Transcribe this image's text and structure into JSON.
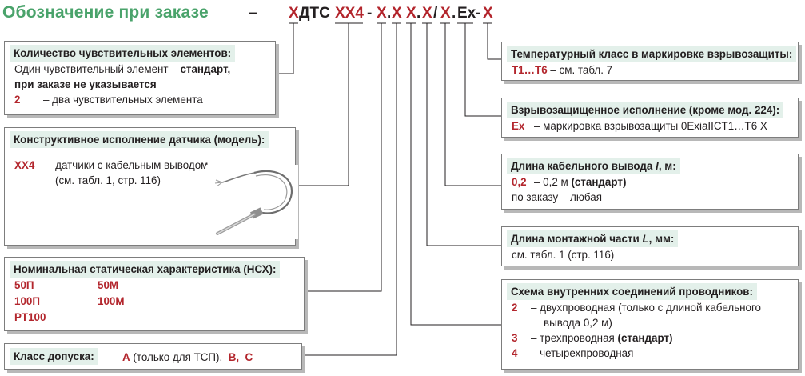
{
  "header": {
    "title": "Обозначение при заказе",
    "dash": "–",
    "code": {
      "prefix_x": "Х",
      "dts": "ДТС",
      "model": "ХХ4",
      "dash1": "-",
      "nsh": "Х",
      "dot1": ".",
      "class": "Х",
      "len_mount": "Х",
      "dot2": ".",
      "scheme": "Х",
      "slash": "/",
      "len_cable": "Х",
      "dot3": ".",
      "ex": "Ex",
      "dash2": "-",
      "temp": "Х"
    }
  },
  "sensors_count": {
    "title": "Количество чувствительных  элементов:",
    "line1_text": "Один чувствительный элемент – ",
    "line1_bold": "стандарт,",
    "line2": "при заказе не указывается",
    "opt2_code": "2",
    "opt2_text": "– два чувствительных элемента"
  },
  "model": {
    "title": "Конструктивное исполнение датчика (модель):",
    "code": "ХХ4",
    "text1": "– датчики с кабельным выводом",
    "text2": "(см. табл. 1, стр. 116)"
  },
  "nsh": {
    "title": "Номинальная статическая характеристика (НСХ):",
    "values": [
      "50П",
      "50М",
      "100П",
      "100М",
      "PT100"
    ]
  },
  "tolerance": {
    "title": "Класс допуска:",
    "a": "А",
    "a_note": "(только для ТСП),",
    "b": "В,",
    "c": "С"
  },
  "temp_class": {
    "title": "Температурный класс в маркировке взрывозащиты:",
    "code": "Т1…Т6",
    "text": " – см. табл. 7"
  },
  "ex": {
    "title": "Взрывозащищенное исполнение (кроме мод. 224):",
    "code": "Ex",
    "text": "–  маркировка взрывозащиты 0ExiaIICT1…T6 X"
  },
  "cable_len": {
    "title_pre": "Длина кабельного вывода ",
    "title_var": "l",
    "title_post": ", м:",
    "code": "0,2",
    "text_pre": "– 0,2 м ",
    "text_bold": "(стандарт)",
    "line2": "по заказу – любая"
  },
  "mount_len": {
    "title_pre": "Длина монтажной части ",
    "title_var": "L",
    "title_post": ", мм:",
    "text": "см. табл. 1 (стр. 116)"
  },
  "scheme": {
    "title": "Схема внутренних соединений проводников:",
    "items": [
      {
        "code": "2",
        "text1": "– двухпроводная (только с длиной кабельного",
        "text2": "вывода 0,2 м)"
      },
      {
        "code": "3",
        "text": "– трехпроводная ",
        "bold": "(стандарт)"
      },
      {
        "code": "4",
        "text": "– четырехпроводная"
      }
    ]
  },
  "colors": {
    "title_green": "#4aa36b",
    "accent_red": "#b3262d",
    "header_bg": "#e3f0ea",
    "border": "#7d7d7d",
    "shadow": "#b8b8b8"
  }
}
